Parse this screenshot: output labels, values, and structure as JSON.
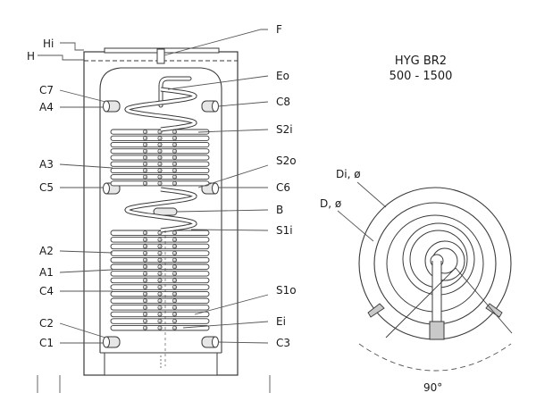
{
  "title": {
    "model": "HYG BR2",
    "range": "500 - 1500"
  },
  "labels_left": {
    "hi": "Hi",
    "h": "H",
    "c7": "C7",
    "a4": "A4",
    "a3": "A3",
    "c5": "C5",
    "a2": "A2",
    "a1": "A1",
    "c4": "C4",
    "c2": "C2",
    "c1": "C1"
  },
  "labels_right": {
    "f": "F",
    "eo": "Eo",
    "c8": "C8",
    "s2i": "S2i",
    "s2o": "S2o",
    "c6": "C6",
    "b": "B",
    "s1i": "S1i",
    "s1o": "S1o",
    "ei": "Ei",
    "c3": "C3"
  },
  "top_view": {
    "outer_diameter_label": "Di, ø",
    "inner_diameter_label": "D, ø",
    "angle_label": "90°"
  },
  "colors": {
    "line": "#3a3a3a",
    "fill_gray": "#c9c9c9",
    "background": "#ffffff"
  }
}
